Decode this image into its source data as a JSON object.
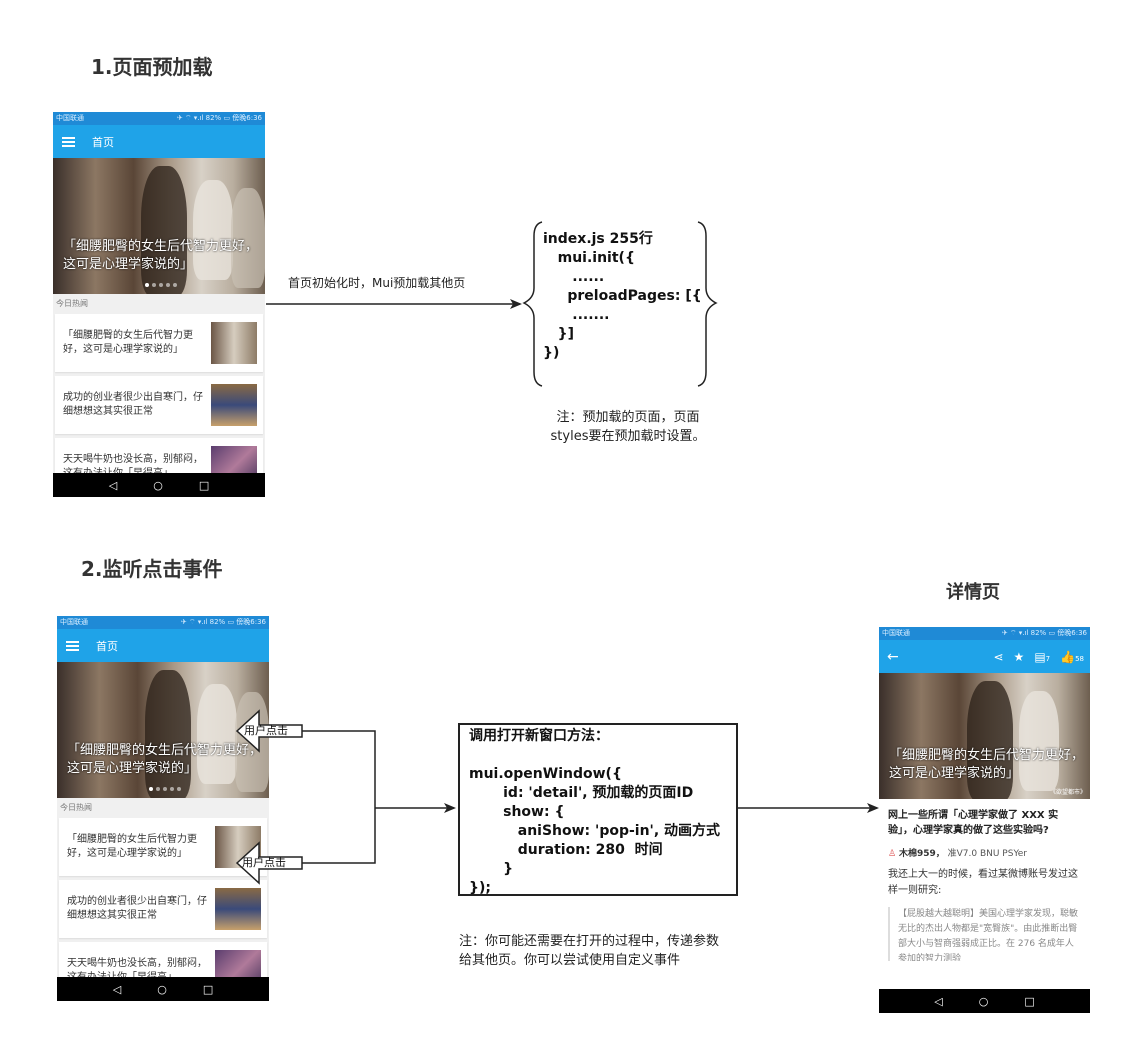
{
  "section1": {
    "title": "1.页面预加载"
  },
  "section2": {
    "title": "2.监听点击事件"
  },
  "detail_title": "详情页",
  "phone": {
    "status_carrier": "中国联通",
    "status_right": "✈ ⌔ ▾.ıl 82% ▭ 傍晚6:36",
    "appbar_title": "首页",
    "hero_caption": "「细腰肥臀的女生后代智力更好，这可是心理学家说的」",
    "section_label": "今日热闻",
    "cards": [
      {
        "title": "「细腰肥臀的女生后代智力更好，这可是心理学家说的」"
      },
      {
        "title": "成功的创业者很少出自寒门，仔细想想这其实很正常"
      },
      {
        "title": "天天喝牛奶也没长高，别郁闷，这有办法让你「早得高」"
      }
    ],
    "nav": {
      "back": "◁",
      "home": "○",
      "recent": "□"
    }
  },
  "arrow1_label": "首页初始化时，Mui预加载其他页",
  "code1": "index.js 255行\n   mui.init({\n      ......\n     preloadPages: [{\n      .......\n   }]\n})",
  "note1": "注：预加载的页面，页面\nstyles要在预加载时设置。",
  "click_label": "用户点击",
  "code2": "调用打开新窗口方法：\n\nmui.openWindow({\n       id: 'detail', 预加载的页面ID\n       show: {\n          aniShow: 'pop-in', 动画方式\n          duration: 280  时间\n       }\n});",
  "note2": "注：你可能还需要在打开的过程中，传递参数\n给其他页。你可以尝试使用自定义事件",
  "detail": {
    "status_carrier": "中国联通",
    "status_right": "✈ ⌔ ▾.ıl 82% ▭ 傍晚6:36",
    "comments": "7",
    "likes": "58",
    "hero_caption": "「细腰肥臀的女生后代智力更好，这可是心理学家说的」",
    "hero_credit": "《欲望都市》",
    "headline": "网上一些所谓「心理学家做了 XXX 实验」，心理学家真的做了这些实验吗?",
    "author": "木棉959，",
    "author_meta": "准V7.0 BNU PSYer",
    "para": "我还上大一的时候，看过某微博账号发过这样一则研究:",
    "quote": "【屁股越大越聪明】美国心理学家发现，聪敏无比的杰出人物都是\"宽臀族\"。由此推断出臀部大小与智商强弱成正比。在 276 名成年人参加的智力测验"
  },
  "colors": {
    "status": "#1f8ad6",
    "appbar": "#1fa3e8",
    "navbar": "#000000"
  }
}
